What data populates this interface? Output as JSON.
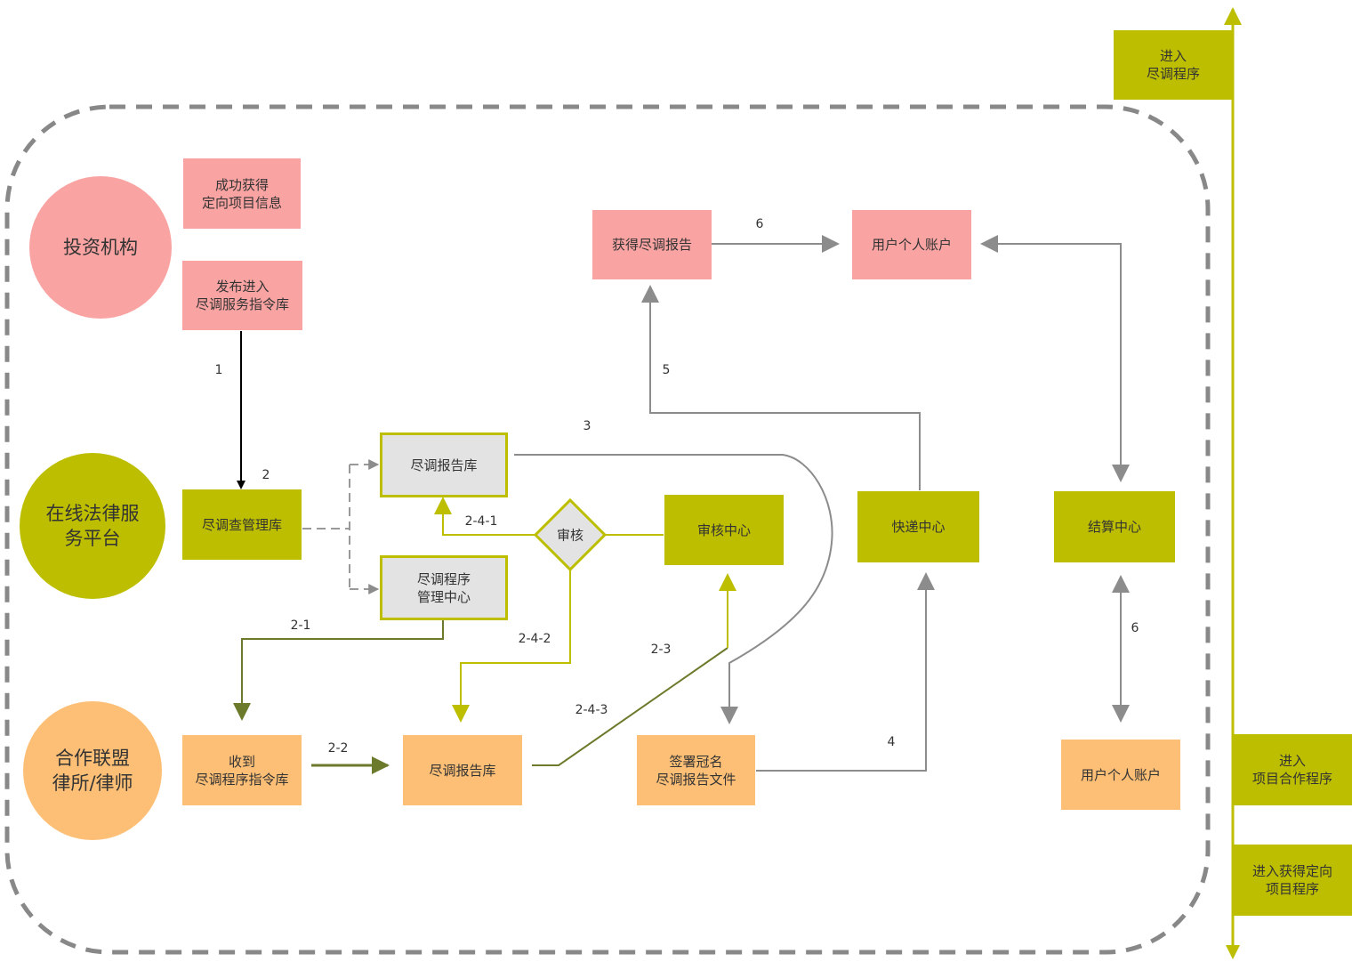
{
  "colors": {
    "pink": "#f9a3a2",
    "olive": "#bdbe00",
    "orange": "#fdbf75",
    "gray_box": "#e3e3e3",
    "dashed_border": "#888888",
    "arrow_gray": "#8c8c8c",
    "arrow_olive_dark": "#6b7a2b"
  },
  "actors": {
    "investor": "投资机构",
    "platform": "在线法律服\n务平台",
    "alliance": "合作联盟\n律所/律师"
  },
  "nodes": {
    "success_info": "成功获得\n定向项目信息",
    "publish_instruction": "发布进入\n尽调服务指令库",
    "dd_management_lib": "尽调查管理库",
    "report_lib_gray": "尽调报告库",
    "procedure_center": "尽调程序\n管理中心",
    "review_diamond": "审核",
    "review_center": "审核中心",
    "get_report": "获得尽调报告",
    "user_account_top": "用户个人账户",
    "express_center": "快递中心",
    "settlement_center": "结算中心",
    "receive_instruction": "收到\n尽调程序指令库",
    "report_lib_orange": "尽调报告库",
    "signed_report": "签署冠名\n尽调报告文件",
    "user_account_bottom": "用户个人账户"
  },
  "edge_labels": {
    "e1": "1",
    "e2": "2",
    "e2_1": "2-1",
    "e2_2": "2-2",
    "e2_3": "2-3",
    "e2_4_1": "2-4-1",
    "e2_4_2": "2-4-2",
    "e2_4_3": "2-4-3",
    "e3": "3",
    "e4": "4",
    "e5": "5",
    "e6_top": "6",
    "e6_side": "6"
  },
  "timeline": {
    "enter_dd": "进入\n尽调程序",
    "enter_cooperation": "进入\n项目合作程序",
    "enter_targeted": "进入获得定向\n项目程序"
  }
}
